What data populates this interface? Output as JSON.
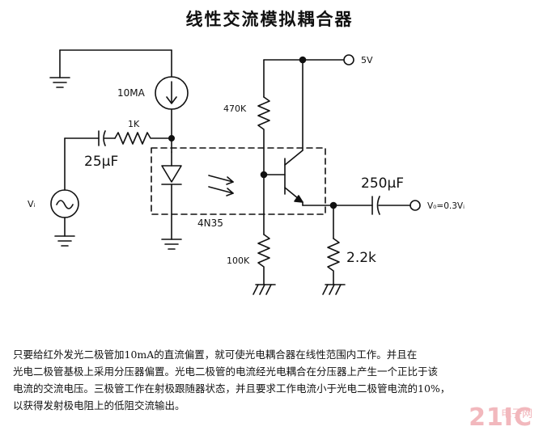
{
  "title": "线性交流模拟耦合器",
  "labels": {
    "current_source": "10MA",
    "resistor_1k": "1K",
    "cap_input": "25μF",
    "source": "Vᵢ",
    "resistor_470k": "470K",
    "supply": "5V",
    "cap_output": "250μF",
    "output": "V₀=0.3Vᵢ",
    "optocoupler": "4N35",
    "resistor_100k": "100K",
    "resistor_2k2": "2.2k"
  },
  "caption": [
    "只要给红外发光二极管加10mA的直流偏置，就可使光电耦合器在线性范围内工作。并且在",
    "光电二极管基极上采用分压器偏置。光电二极管的电流经光电耦合在分压器上产生一个正比于该",
    "电流的交流电压。三极管工作在射极跟随器状态，并且要求工作电流小于光电二极管电流的10%，",
    "以获得发射极电阻上的低阻交流输出。"
  ],
  "watermark": {
    "logo": "21IC",
    "sub": "电子网"
  }
}
